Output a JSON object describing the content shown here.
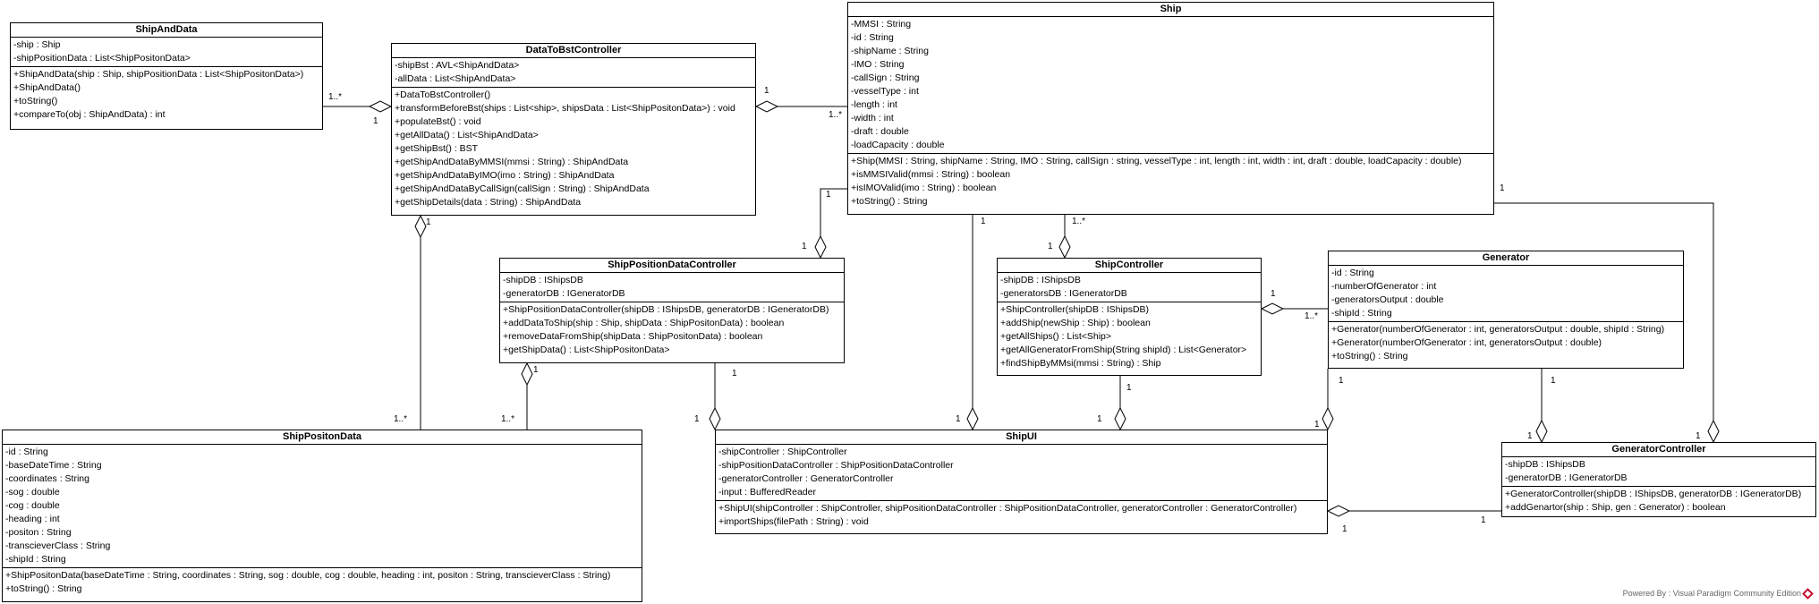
{
  "classes": {
    "ship_and_data": {
      "name": "ShipAndData",
      "attributes": [
        "-ship : Ship",
        "-shipPositionData : List<ShipPositonData>"
      ],
      "operations": [
        "+ShipAndData(ship : Ship, shipPositionData : List<ShipPositonData>)",
        "+ShipAndData()",
        "+toString()",
        "+compareTo(obj : ShipAndData) : int"
      ]
    },
    "data_to_bst_controller": {
      "name": "DataToBstController",
      "attributes": [
        "-shipBst : AVL<ShipAndData>",
        "-allData : List<ShipAndData>"
      ],
      "operations": [
        "+DataToBstController()",
        "+transformBeforeBst(ships : List<ship>, shipsData : List<ShipPositonData>) : void",
        "+populateBst() : void",
        "+getAllData() : List<ShipAndData>",
        "+getShipBst() : BST",
        "+getShipAndDataByMMSI(mmsi : String) : ShipAndData",
        "+getShipAndDataByIMO(imo : String) : ShipAndData",
        "+getShipAndDataByCallSign(callSign : String) : ShipAndData",
        "+getShipDetails(data : String) : ShipAndData"
      ]
    },
    "ship": {
      "name": "Ship",
      "attributes": [
        "-MMSI : String",
        "-id : String",
        "-shipName : String",
        "-IMO : String",
        "-callSign : String",
        "-vesselType : int",
        "-length : int",
        "-width : int",
        "-draft : double",
        "-loadCapacity : double"
      ],
      "operations": [
        "+Ship(MMSI : String, shipName : String, IMO : String, callSign : string, vesselType : int, length : int, width : int, draft : double, loadCapacity : double)",
        "+isMMSIValid(mmsi : String) : boolean",
        "+isIMOValid(imo : String) : boolean",
        "+toString() : String"
      ]
    },
    "ship_position_data_controller": {
      "name": "ShipPositionDataController",
      "attributes": [
        "-shipDB : IShipsDB",
        "-generatorDB : IGeneratorDB"
      ],
      "operations": [
        "+ShipPositionDataController(shipDB : IShipsDB, generatorDB : IGeneratorDB)",
        "+addDataToShip(ship : Ship, shipData : ShipPositonData) : boolean",
        "+removeDataFromShip(shipData : ShipPositonData) : boolean",
        "+getShipData() : List<ShipPositonData>"
      ]
    },
    "ship_controller": {
      "name": "ShipController",
      "attributes": [
        "-shipDB : IShipsDB",
        "-generatorsDB : IGeneratorDB"
      ],
      "operations": [
        "+ShipController(shipDB : IShipsDB)",
        "+addShip(newShip : Ship) : boolean",
        "+getAllShips() : List<Ship>",
        "+getAllGeneratorFromShip(String shipId) : List<Generator>",
        "+findShipByMMsi(mmsi : String) : Ship"
      ]
    },
    "generator": {
      "name": "Generator",
      "attributes": [
        "-id : String",
        "-numberOfGenerator : int",
        "-generatorsOutput : double",
        "-shipId : String"
      ],
      "operations": [
        "+Generator(numberOfGenerator : int, generatorsOutput : double, shipId : String)",
        "+Generator(numberOfGenerator : int, generatorsOutput : double)",
        "+toString() : String"
      ]
    },
    "ship_positon_data": {
      "name": "ShipPositonData",
      "attributes": [
        "-id : String",
        "-baseDateTime : String",
        "-coordinates : String",
        "-sog : double",
        "-cog : double",
        "-heading : int",
        "-positon : String",
        "-transcieverClass : String",
        "-shipId : String"
      ],
      "operations": [
        "+ShipPositonData(baseDateTime : String, coordinates : String, sog : double, cog : double, heading : int, positon : String, transcieverClass : String)",
        "+toString() : String"
      ]
    },
    "ship_ui": {
      "name": "ShipUI",
      "attributes": [
        "-shipController : ShipController",
        "-shipPositionDataController : ShipPositionDataController",
        "-generatorController : GeneratorController",
        "-input : BufferedReader"
      ],
      "operations": [
        "+ShipUI(shipController : ShipController, shipPositionDataController : ShipPositionDataController, generatorController : GeneratorController)",
        "+importShips(filePath : String) : void"
      ]
    },
    "generator_controller": {
      "name": "GeneratorController",
      "attributes": [
        "-shipDB : IShipsDB",
        "-generatorDB : IGeneratorDB"
      ],
      "operations": [
        "+GeneratorController(shipDB : IShipsDB, generatorDB : IGeneratorDB)",
        "+addGenartor(ship : Ship, gen : Generator) : boolean"
      ]
    }
  },
  "multiplicities": {
    "sad_dtb_left": "1..*",
    "sad_dtb_right": "1",
    "dtb_ship_left": "1",
    "ship_dtb_right": "1..*",
    "dtb_spd_top": "1",
    "spd_bottom": "1..*",
    "spdc_spd_top": "1",
    "spdc_spd_bottom": "1..*",
    "ship_spdc_top": "1",
    "ship_spdc_bottom": "1",
    "ship_sc_top": "1..*",
    "ship_sc_bottom": "1",
    "ship_ui_top": "1",
    "ship_ui_bottom": "1",
    "sc_gen_left": "1",
    "sc_gen_right": "1..*",
    "spdc_ui_top": "1",
    "spdc_ui_bottom": "1",
    "sc_ui_top": "1",
    "sc_ui_bottom": "1",
    "gen_ui_top": "1",
    "gen_ui_bottom": "1",
    "gen_gc_top": "1",
    "gen_gc_bottom": "1",
    "ship_gc_top": "1",
    "ship_gc_bottom": "1",
    "ui_gc_left": "1",
    "ui_gc_right": "1"
  },
  "footer": "Powered By : Visual Paradigm Community Edition",
  "colors": {
    "line": "#000000",
    "background": "#ffffff",
    "logo": "#c8102e"
  }
}
